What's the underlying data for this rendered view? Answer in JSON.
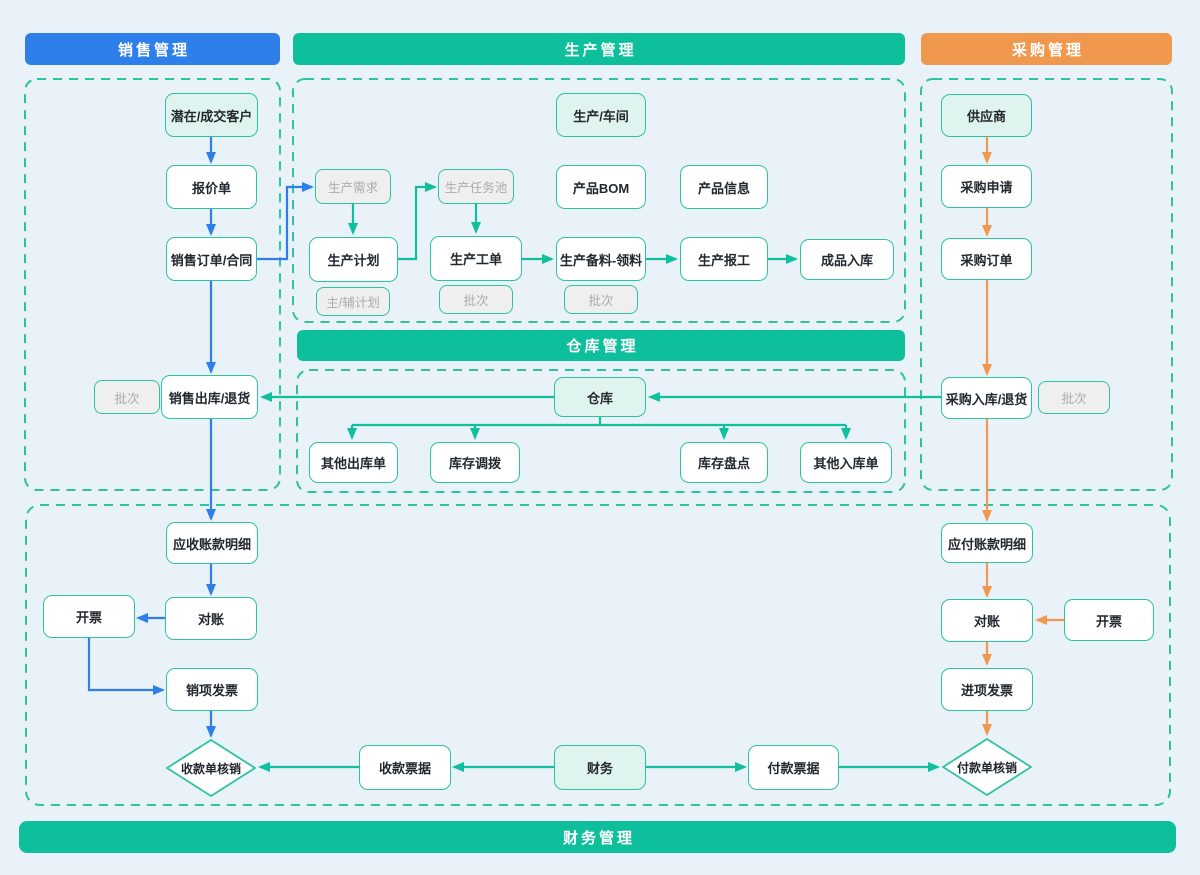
{
  "palette": {
    "background": "#E9F1F9",
    "sales_blue": "#2E7FE9",
    "brand_green": "#0EBF9B",
    "procurement_orange": "#F0994E",
    "node_border_teal": "#2EC3A0",
    "light_node_fill": "#DFF4EE",
    "ghost_node_fill": "#EFEFEF",
    "ghost_text_gray": "#ABABAB"
  },
  "headers": {
    "sales": "销售管理",
    "production": "生产管理",
    "procurement": "采购管理",
    "warehouse": "仓库管理",
    "finance": "财务管理"
  },
  "nodes": {
    "customer": "潜在/成交客户",
    "quotation": "报价单",
    "sales_order": "销售订单/合同",
    "batch_sales": "批次",
    "sales_outbound": "销售出库/退货",
    "receivable": "应收账款明细",
    "reconcile_left": "对账",
    "invoice_left": "开票",
    "output_invoice": "销项发票",
    "receipt_writeoff": "收款单核销",
    "workshop": "生产/车间",
    "prod_demand": "生产需求",
    "task_pool": "生产任务池",
    "product_bom": "产品BOM",
    "product_info": "产品信息",
    "prod_plan": "生产计划",
    "work_order": "生产工单",
    "material_pick": "生产备料-领料",
    "work_report": "生产报工",
    "finished_in": "成品入库",
    "plan_badge": "主/辅计划",
    "batch_work_order": "批次",
    "batch_material": "批次",
    "warehouse": "仓库",
    "other_outbound": "其他出库单",
    "stock_transfer": "库存调拨",
    "stock_count": "库存盘点",
    "other_inbound": "其他入库单",
    "supplier": "供应商",
    "purchase_request": "采购申请",
    "purchase_order": "采购订单",
    "purchase_inbound": "采购入库/退货",
    "batch_purchase": "批次",
    "payable": "应付账款明细",
    "reconcile_right": "对账",
    "invoice_right": "开票",
    "input_invoice": "进项发票",
    "payment_writeoff": "付款单核销",
    "receipt_bill": "收款票据",
    "finance": "财务",
    "payment_bill": "付款票据"
  }
}
